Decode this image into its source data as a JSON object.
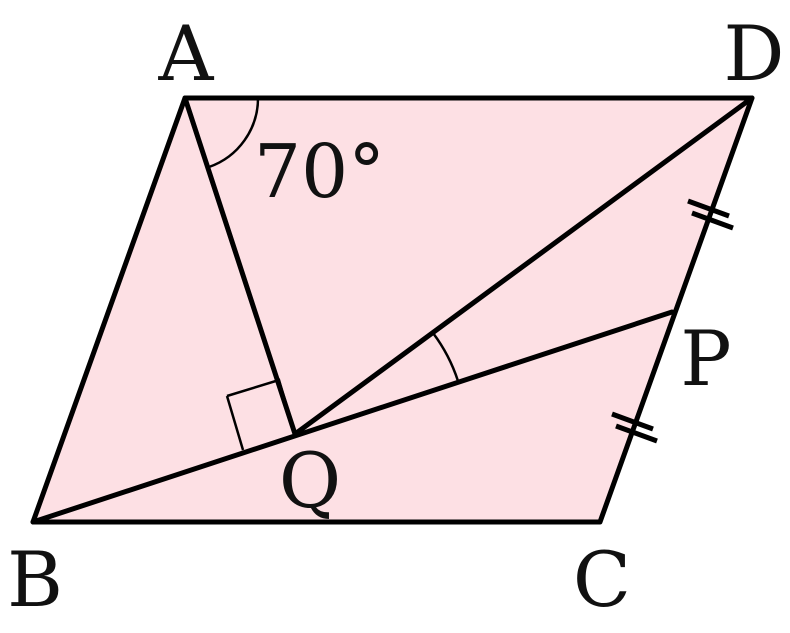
{
  "diagram": {
    "vertices": {
      "A": "A",
      "B": "B",
      "C": "C",
      "D": "D",
      "P": "P",
      "Q": "Q"
    },
    "angle_label": "70°",
    "colors": {
      "fill": "#fde0e4",
      "stroke": "#000000",
      "text": "#111111"
    }
  }
}
